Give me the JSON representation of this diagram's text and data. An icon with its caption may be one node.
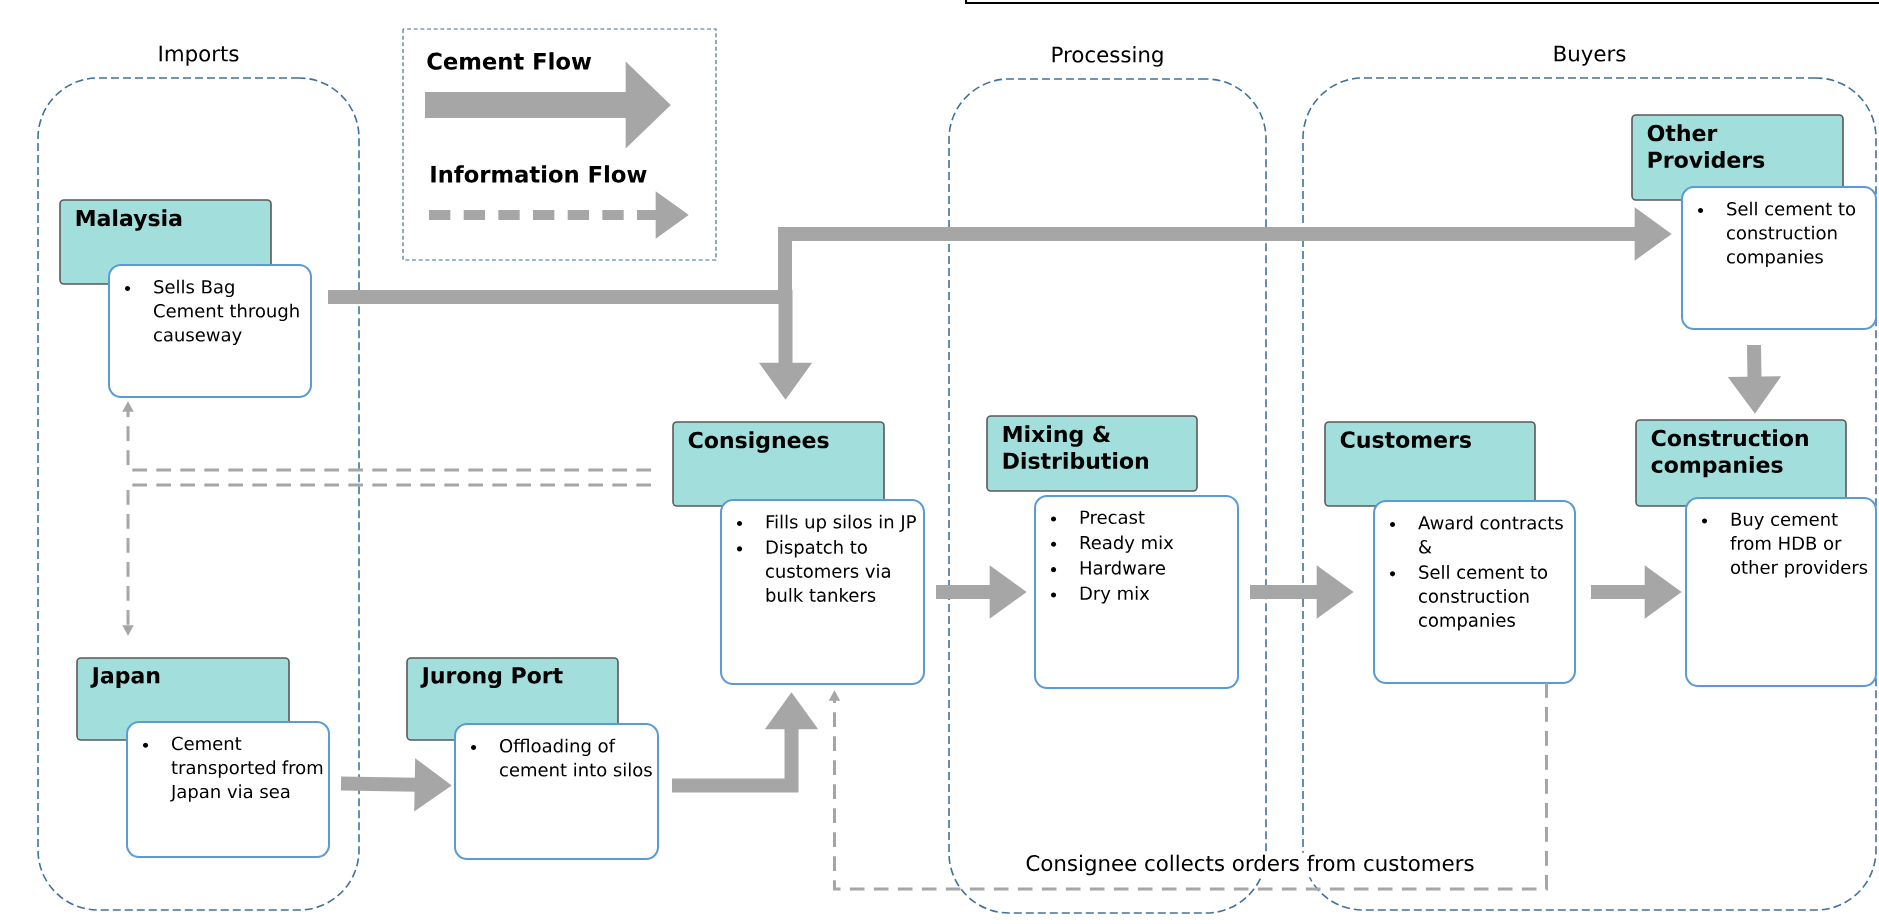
{
  "diagram": {
    "nodes": [
      {
        "text": [
          "Imports"
        ]
      },
      {
        "text": [
          "Processing"
        ]
      },
      {
        "text": [
          "Buyers"
        ]
      },
      {
        "text": [
          "Malaysia"
        ],
        "in": 0
      },
      {
        "text": [
          "Sells Bag Cement through causeway"
        ],
        "in": 0
      },
      {
        "text": [
          "Japan"
        ],
        "in": 0
      },
      {
        "text": [
          "Cement transported from Japan via sea"
        ],
        "in": 0
      },
      {
        "text": [
          "Jurong Port"
        ]
      },
      {
        "text": [
          "Offloading of cement into silos"
        ]
      },
      {
        "text": [
          "Consignees"
        ]
      },
      {
        "text": [
          "Fills up silos in JP",
          "Dispatch to customers via bulk tankers"
        ]
      },
      {
        "text": [
          "Mixing & Distribution"
        ],
        "in": 1
      },
      {
        "text": [
          "Precast",
          "Ready mix",
          "Hardware",
          "Dry mix"
        ],
        "in": 1
      },
      {
        "text": [
          "Customers"
        ],
        "in": 2
      },
      {
        "text": [
          "Award contracts &",
          "Sell cement to construction companies"
        ],
        "in": 2
      },
      {
        "text": [
          "Other Providers"
        ],
        "in": 2
      },
      {
        "text": [
          "Sell cement to construction companies"
        ],
        "in": 2
      },
      {
        "text": [
          "Construction companies"
        ],
        "in": 2
      },
      {
        "text": [
          "Buy cement from HDB or other providers"
        ],
        "in": 2
      }
    ],
    "edges": [
      {
        "from": 4,
        "to": 9,
        "arrow": "to"
      },
      {
        "from": 4,
        "to": 16,
        "arrow": "to"
      },
      {
        "from": 6,
        "to": 8,
        "arrow": "to"
      },
      {
        "from": 8,
        "to": 10,
        "arrow": "to"
      },
      {
        "from": 10,
        "to": 12,
        "arrow": "to"
      },
      {
        "from": 12,
        "to": 14,
        "arrow": "to"
      },
      {
        "from": 14,
        "to": 18,
        "arrow": "to"
      },
      {
        "from": 16,
        "to": 17,
        "arrow": "to"
      },
      {
        "from": 9,
        "to": 4,
        "arrow": "to",
        "style": "dashed"
      },
      {
        "from": 9,
        "to": 5,
        "arrow": "to",
        "style": "dashed"
      },
      {
        "from": 14,
        "to": 10,
        "arrow": "to",
        "style": "dashed",
        "label": "Consignee collects orders from customers"
      }
    ],
    "legend": [
      {
        "text": "Cement Flow"
      },
      {
        "text": "Information Flow"
      }
    ]
  }
}
